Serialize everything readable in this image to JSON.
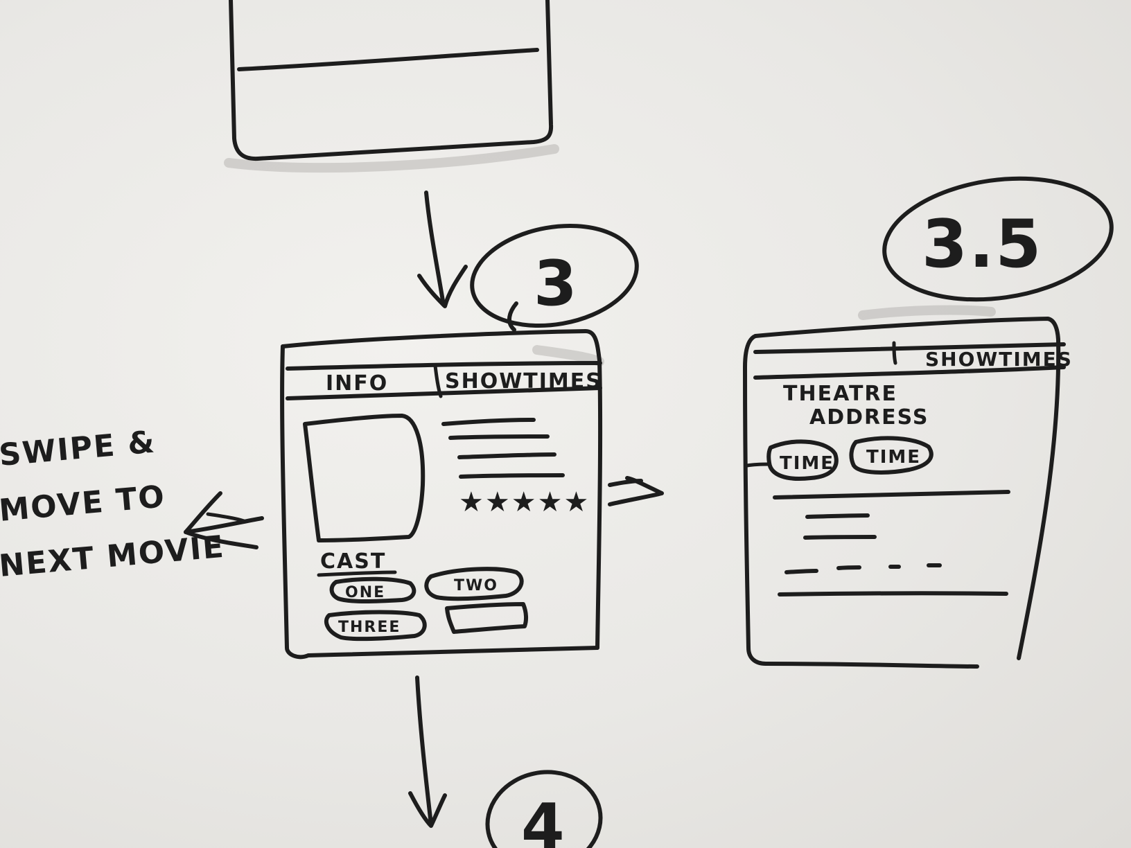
{
  "screen3": {
    "step_label": "3",
    "tabs": [
      "INFO",
      "SHOWTIMES"
    ],
    "rating_glyph": "★★★★★",
    "cast_heading": "CAST",
    "cast_chips": [
      "ONE",
      "TWO",
      "THREE"
    ]
  },
  "screen35": {
    "step_label": "3.5",
    "tab": "SHOWTIMES",
    "theatre_name_line1": "THEATRE",
    "theatre_name_line2": "ADDRESS",
    "time_chips": [
      "TIME",
      "TIME"
    ]
  },
  "swipe_note": {
    "line1": "SWIPE &",
    "line2": "MOVE TO",
    "line3": "NEXT MOVIE"
  },
  "next_step_label": "4",
  "colors": {
    "whiteboard": "#ecebe8",
    "marker": "#1d1d1d"
  }
}
